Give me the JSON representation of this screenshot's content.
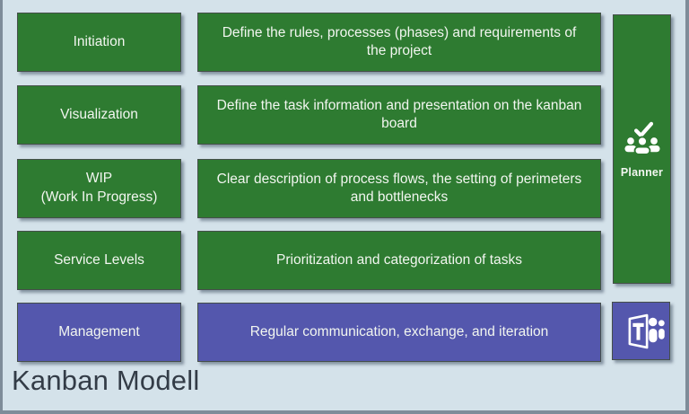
{
  "title": "Kanban Modell",
  "colors": {
    "background": "#d4e2ea",
    "green": "#2e7b31",
    "purple": "#5457ad",
    "box_text": "#f2f6f0",
    "title_text": "#333c47",
    "frame_border": "#7e8c99"
  },
  "rows": [
    {
      "label": "Initiation",
      "description": "Define the rules, processes (phases) and requirements of the project",
      "color": "green"
    },
    {
      "label": "Visualization",
      "description": "Define the task information and presentation on the kanban board",
      "color": "green"
    },
    {
      "label": "WIP\n(Work In Progress)",
      "description": "Clear description of process flows, the setting of perimeters and bottlenecks",
      "color": "green"
    },
    {
      "label": "Service Levels",
      "description": "Prioritization and categorization of tasks",
      "color": "green"
    },
    {
      "label": "Management",
      "description": "Regular communication, exchange, and iteration",
      "color": "purple"
    }
  ],
  "sidebar": {
    "planner": {
      "label": "Planner",
      "icon": "planner-icon",
      "color": "green"
    },
    "teams": {
      "icon": "teams-icon",
      "color": "purple"
    }
  }
}
